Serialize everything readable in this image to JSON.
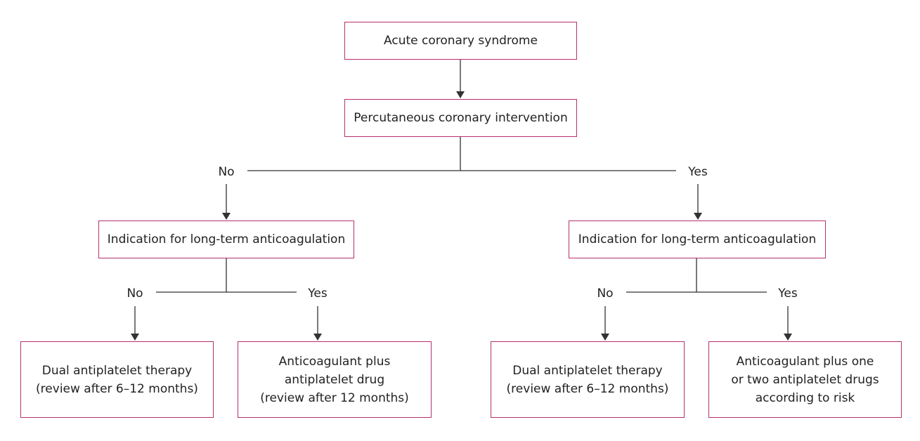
{
  "nodes": {
    "acs": "Acute coronary syndrome",
    "pci": "Percutaneous coronary intervention",
    "indication_left": "Indication for long-term anticoagulation",
    "indication_right": "Indication for long-term anticoagulation",
    "outcome_1": "Dual antiplatelet therapy\n(review after 6–12 months)",
    "outcome_2": "Anticoagulant plus\nantiplatelet drug\n(review after 12 months)",
    "outcome_3": "Dual antiplatelet therapy\n(review after 6–12 months)",
    "outcome_4": "Anticoagulant plus one\nor two antiplatelet drugs\naccording to risk"
  },
  "branch_labels": {
    "pci_no": "No",
    "pci_yes": "Yes",
    "left_no": "No",
    "left_yes": "Yes",
    "right_no": "No",
    "right_yes": "Yes"
  },
  "colors": {
    "box_border": "#b5306e",
    "line": "#333333",
    "text": "#222222"
  }
}
